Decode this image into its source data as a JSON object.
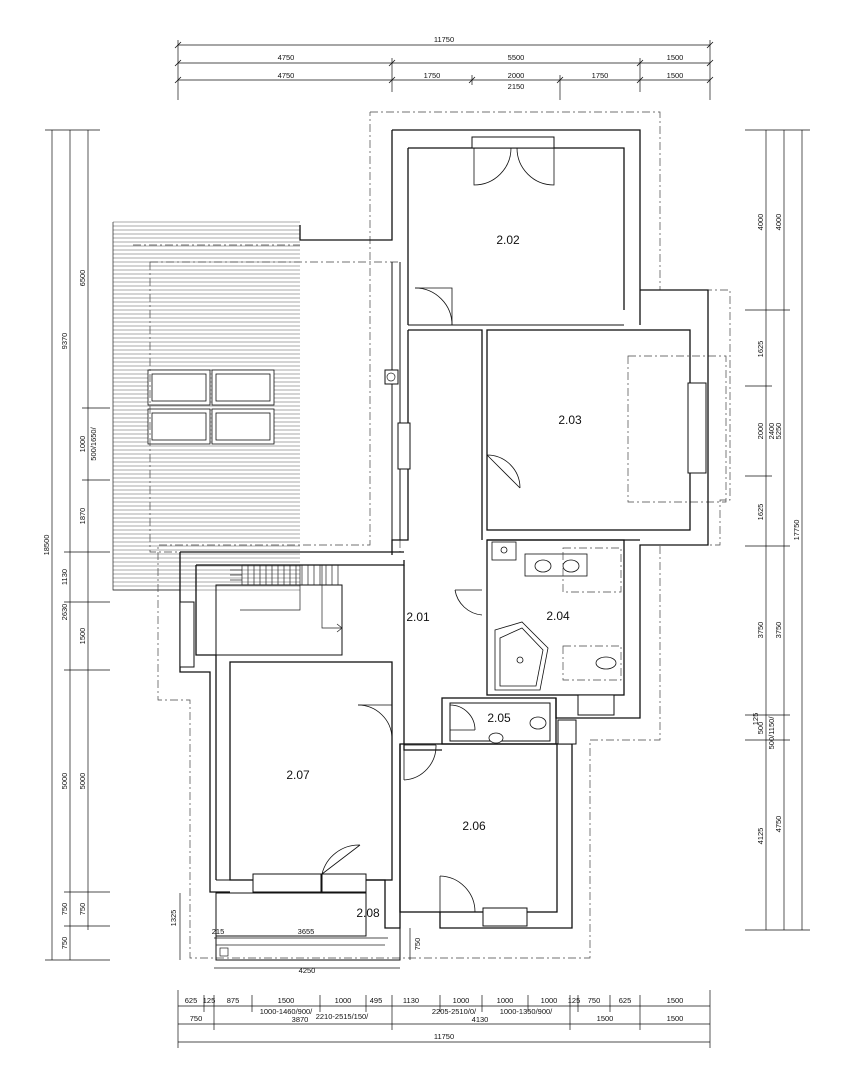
{
  "rooms": {
    "r201": "2.01",
    "r202": "2.02",
    "r203": "2.03",
    "r204": "2.04",
    "r205": "2.05",
    "r206": "2.06",
    "r207": "2.07",
    "r208": "2.08"
  },
  "dims_top": {
    "total": "11750",
    "row1": [
      "4750",
      "5500",
      "1500"
    ],
    "row2": [
      "4750",
      "1750",
      "2000",
      "1750",
      "1500"
    ],
    "sub": "2150"
  },
  "dims_bottom": {
    "row1": [
      "625",
      "125",
      "875",
      "1500",
      "1000",
      "495",
      "1130",
      "1000",
      "1000",
      "1000",
      "125",
      "750",
      "625",
      "1500"
    ],
    "notes": [
      "1000-1460/900/",
      "2210-2515/150/",
      "2205-2510/0/",
      "1000-1350/900/"
    ],
    "row2": [
      "750",
      "3870",
      "4130",
      "1500",
      "1500"
    ],
    "total": "11750"
  },
  "dims_left": {
    "total": "18500",
    "col2": [
      "9370",
      "1130",
      "2630",
      "5000",
      "750",
      "750"
    ],
    "col3": [
      "6500",
      "1000",
      "500/1650/",
      "1870",
      "1500",
      "5000",
      "750"
    ]
  },
  "dims_right": {
    "total": "17750",
    "col1": [
      "4000",
      "1625",
      "2000",
      "1625",
      "3750",
      "125",
      "500",
      "4125"
    ],
    "col2": [
      "4000",
      "2400",
      "5250",
      "3750",
      "500/1150/",
      "4750"
    ]
  },
  "dims_balcony": {
    "w1": "215",
    "w2": "3655",
    "w3": "4250",
    "h1": "1325",
    "h2": "750"
  }
}
